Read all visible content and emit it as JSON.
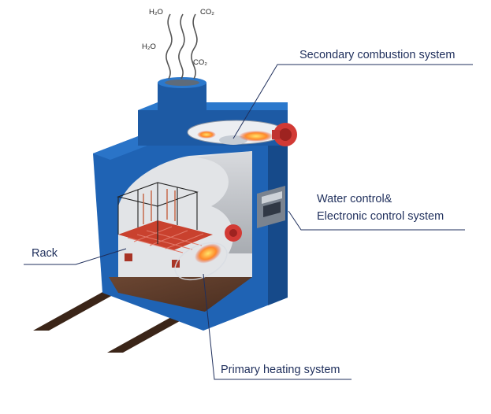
{
  "emissions": {
    "h2o_top": "H₂O",
    "co2_top": "CO₂",
    "h2o_mid": "H₂O",
    "co2_bottom": "CO₂"
  },
  "labels": {
    "secondary_combustion": "Secondary combustion system",
    "water_control_line1": "Water control&",
    "water_control_line2": "Electronic control system",
    "rack": "Rack",
    "primary_heating": "Primary heating system"
  },
  "colors": {
    "shell_blue": "#1f63b4",
    "shell_dark": "#164a8a",
    "floor_brown": "#5a3a28",
    "rack_red": "#c9412e",
    "leader_line": "#1f2f5c"
  }
}
